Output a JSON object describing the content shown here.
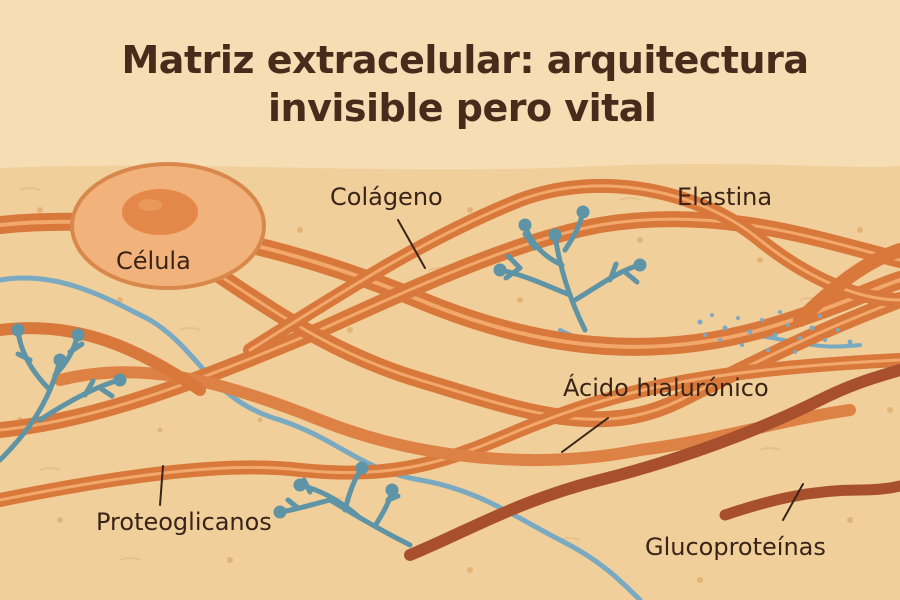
{
  "title": {
    "line1": "Matriz extracelular: arquitectura",
    "line2": "invisible pero vital"
  },
  "labels": {
    "celula": "Célula",
    "colageno": "Colágeno",
    "elastina": "Elastina",
    "acido_hialuronico": "Ácido hialurónico",
    "proteoglicanos": "Proteoglicanos",
    "glucoproteinas": "Glucoproteínas"
  },
  "colors": {
    "background": "#f6ddb4",
    "ground": "#f0cf9b",
    "collagen": "#d9783b",
    "collagen_highlight": "#f2a86b",
    "elastin": "#a8502d",
    "hyaluronic": "#7aa9c2",
    "proteoglycan": "#5f93a6",
    "cell_membrane": "#f2b27b",
    "cell_nucleus": "#e4884a",
    "text": "#3a2418"
  }
}
